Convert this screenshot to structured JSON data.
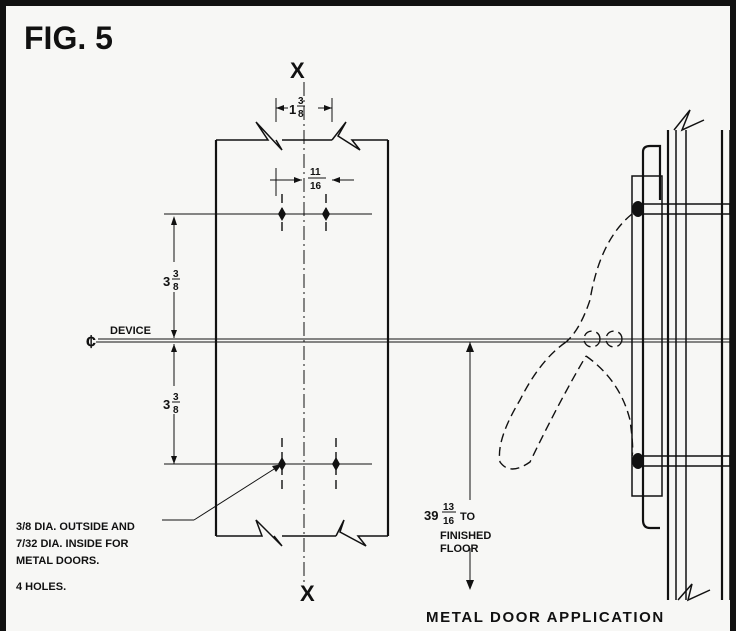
{
  "figure": {
    "title": "FIG. 5",
    "axis_mark_top": "X",
    "axis_mark_bottom": "X",
    "centerline_symbol": "¢",
    "centerline_label": "DEVICE",
    "dim_hole_spacing_whole": "1",
    "dim_hole_spacing_num": "3",
    "dim_hole_spacing_den": "8",
    "dim_offset_num": "11",
    "dim_offset_den": "16",
    "dim_upper_whole": "3",
    "dim_upper_num": "3",
    "dim_upper_den": "8",
    "dim_lower_whole": "3",
    "dim_lower_num": "3",
    "dim_lower_den": "8",
    "height_whole": "39",
    "height_num": "13",
    "height_den": "16",
    "height_to": "TO",
    "height_line2": "FINISHED",
    "height_line3": "FLOOR",
    "note_lines": [
      "3/8 DIA. OUTSIDE AND",
      "7/32 DIA. INSIDE FOR",
      "METAL DOORS.",
      "4 HOLES."
    ],
    "caption": "METAL DOOR APPLICATION"
  }
}
